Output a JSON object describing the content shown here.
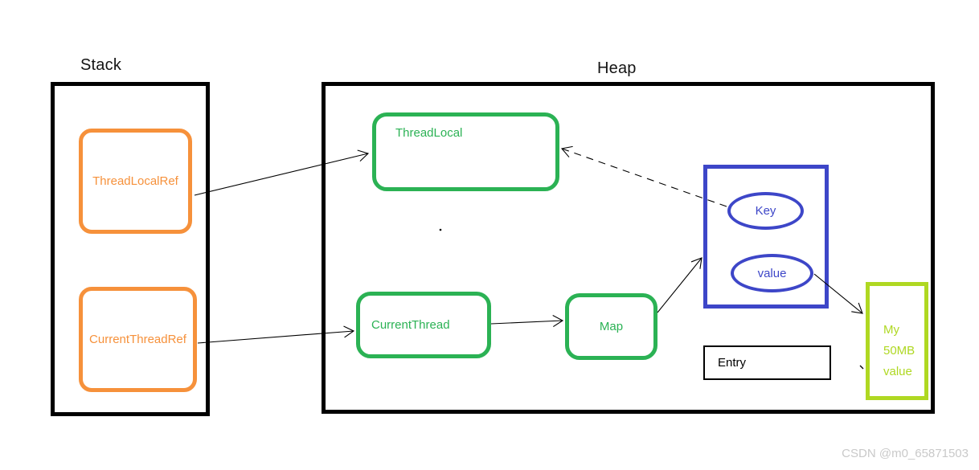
{
  "stack": {
    "title": "Stack",
    "nodes": [
      {
        "id": "threadlocalref",
        "label": "ThreadLocalRef"
      },
      {
        "id": "currentthreadref",
        "label": "CurrentThreadRef"
      }
    ]
  },
  "heap": {
    "title": "Heap",
    "nodes": {
      "threadlocal": "ThreadLocal",
      "currentthread": "CurrentThread",
      "map": "Map",
      "key": "Key",
      "value": "value",
      "entry": "Entry"
    },
    "big_value": {
      "line1": "My",
      "line2": "50MB",
      "line3": "value"
    }
  },
  "edges": [
    {
      "from": "ThreadLocalRef",
      "to": "ThreadLocal",
      "style": "solid"
    },
    {
      "from": "CurrentThreadRef",
      "to": "CurrentThread",
      "style": "solid"
    },
    {
      "from": "CurrentThread",
      "to": "Map",
      "style": "solid"
    },
    {
      "from": "Map",
      "to": "Key-value-box",
      "style": "solid"
    },
    {
      "from": "value",
      "to": "My-50MB-value",
      "style": "solid"
    },
    {
      "from": "Key",
      "to": "ThreadLocal",
      "style": "dashed"
    }
  ],
  "watermark": {
    "text": "CSDN @m0_65871503"
  },
  "colors": {
    "ref-orange": "#F6913B",
    "heap-green": "#2BB254",
    "map-blue": "#3D46C8",
    "big-value-green": "#AFD822",
    "frame-black": "#000000",
    "watermark-gray": "#C9C9C9"
  }
}
